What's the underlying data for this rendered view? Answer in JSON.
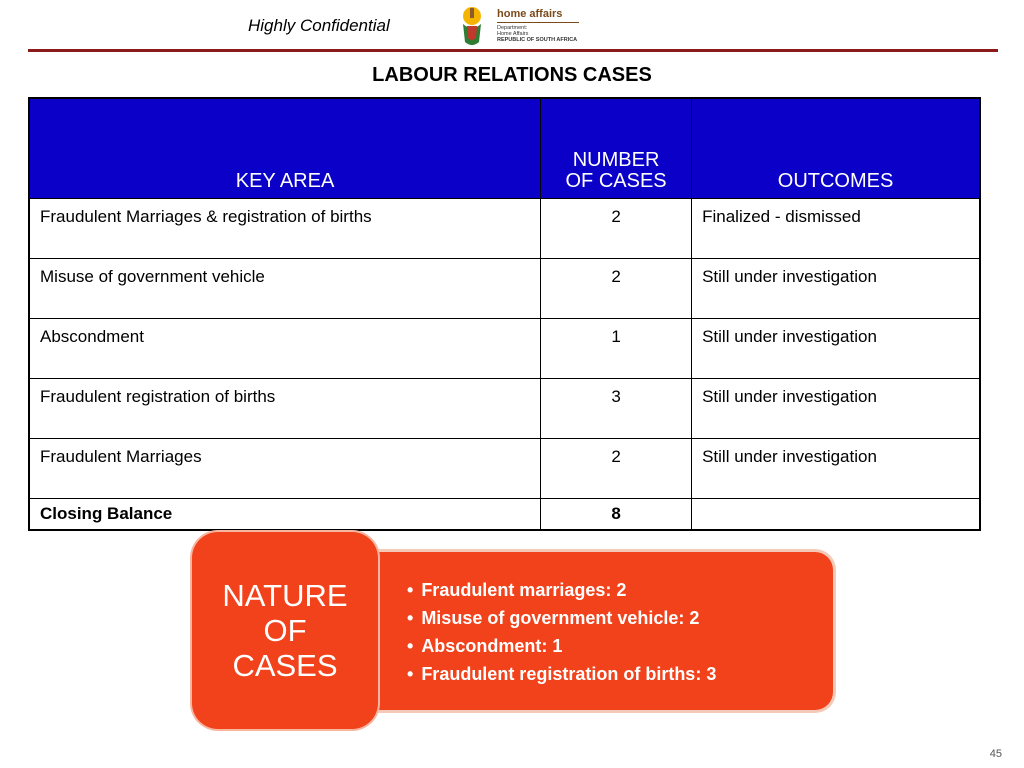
{
  "header": {
    "confidential": "Highly Confidential",
    "logo": {
      "brand": "home affairs",
      "line1": "Department:",
      "line2": "Home Affairs",
      "line3": "REPUBLIC OF SOUTH AFRICA",
      "icon": "coat-of-arms-icon"
    }
  },
  "title": "LABOUR RELATIONS CASES",
  "table": {
    "headers": [
      "KEY AREA",
      "NUMBER OF CASES",
      "OUTCOMES"
    ],
    "rows": [
      [
        "Fraudulent Marriages & registration of births",
        "2",
        "Finalized - dismissed"
      ],
      [
        "Misuse of government vehicle",
        "2",
        "Still under investigation"
      ],
      [
        "Abscondment",
        "1",
        "Still under investigation"
      ],
      [
        "Fraudulent registration of births",
        "3",
        "Still under investigation"
      ],
      [
        "Fraudulent Marriages",
        "2",
        "Still under investigation"
      ],
      [
        "Closing Balance",
        "8",
        ""
      ]
    ]
  },
  "nature": {
    "badge_lines": [
      "NATURE",
      "OF",
      "CASES"
    ],
    "items": [
      "Fraudulent marriages: 2",
      "Misuse of government vehicle: 2",
      "Abscondment: 1",
      "Fraudulent registration of births: 3"
    ]
  },
  "page_number": "45",
  "colors": {
    "header_blue": "#0a00c8",
    "accent_orange": "#f2421c",
    "rule": "#8b1a1a"
  }
}
